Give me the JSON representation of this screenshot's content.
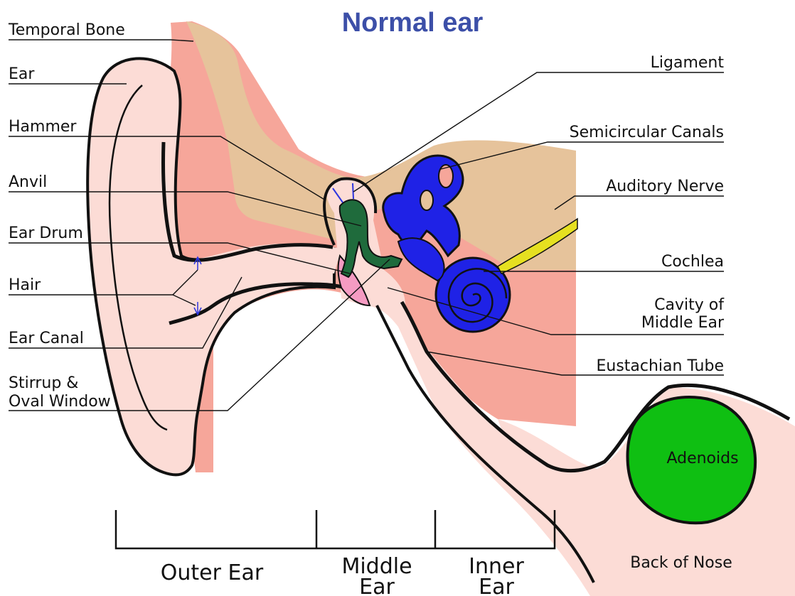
{
  "title": "Normal ear",
  "colors": {
    "title": "#3c4fa8",
    "bone": "#e6c39b",
    "tissue": "#f6a69a",
    "skin": "#fcdcd6",
    "ossicles": "#1f6b3c",
    "inner_ear": "#1f22e6",
    "adenoids": "#0fbf12",
    "eardrum": "#f59bc2",
    "nerve": "#e6e020",
    "outline": "#111111"
  },
  "labels": {
    "temporal_bone": "Temporal Bone",
    "ear": "Ear",
    "hammer": "Hammer",
    "anvil": "Anvil",
    "ear_drum": "Ear Drum",
    "hair": "Hair",
    "ear_canal": "Ear Canal",
    "stirrup_1": "Stirrup &",
    "stirrup_2": "Oval Window",
    "ligament": "Ligament",
    "semicircular_canals": "Semicircular Canals",
    "auditory_nerve": "Auditory Nerve",
    "cochlea": "Cochlea",
    "cavity_1": "Cavity of",
    "cavity_2": "Middle Ear",
    "eustachian_tube": "Eustachian Tube",
    "adenoids": "Adenoids",
    "back_of_nose": "Back of Nose"
  },
  "regions": {
    "outer_ear": "Outer Ear",
    "middle_ear_1": "Middle",
    "middle_ear_2": "Ear",
    "inner_ear_1": "Inner",
    "inner_ear_2": "Ear"
  }
}
